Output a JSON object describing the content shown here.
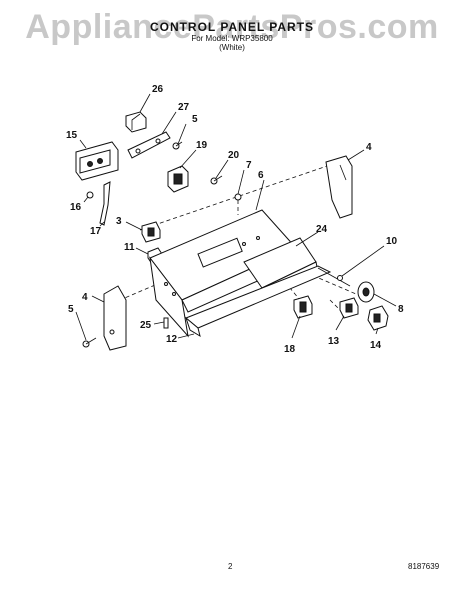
{
  "watermark": "AppliancePartsPros.com",
  "title": "CONTROL PANEL PARTS",
  "subtitle_line1": "For Model: WRP35800",
  "subtitle_line2": "(White)",
  "page_number": "2",
  "doc_code": "8187639",
  "callouts": [
    "26",
    "27",
    "5",
    "15",
    "19",
    "20",
    "7",
    "4",
    "6",
    "16",
    "3",
    "17",
    "11",
    "24",
    "10",
    "4",
    "5",
    "25",
    "8",
    "12",
    "18",
    "13",
    "14"
  ]
}
